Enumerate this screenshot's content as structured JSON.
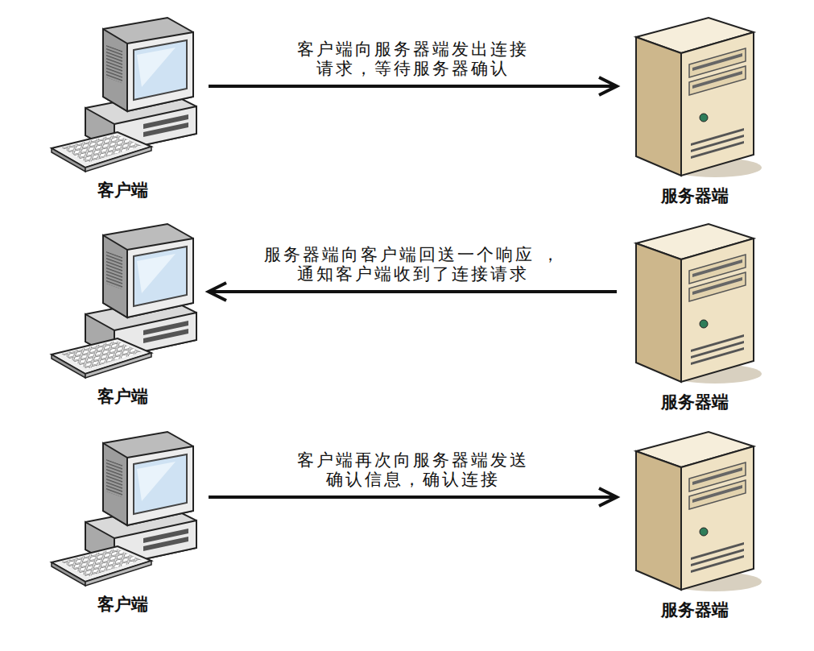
{
  "diagram": {
    "nodes": [
      {
        "text": [
          "客户端"
        ]
      },
      {
        "text": [
          "服务器端"
        ]
      },
      {
        "text": [
          "客户端"
        ]
      },
      {
        "text": [
          "服务器端"
        ]
      },
      {
        "text": [
          "客户端"
        ]
      },
      {
        "text": [
          "服务器端"
        ]
      }
    ],
    "edges": [
      {
        "from": 0,
        "to": 1,
        "arrow": "to",
        "label": "客户端向服务器端发出连接请求，等待服务器确认"
      },
      {
        "from": 3,
        "to": 2,
        "arrow": "to",
        "label": "服务器端向客户端回送一个响应 ，通知客户端收到了连接请求"
      },
      {
        "from": 4,
        "to": 5,
        "arrow": "to",
        "label": "客户端再次向服务器端发送确认信息，确认连接"
      }
    ]
  }
}
